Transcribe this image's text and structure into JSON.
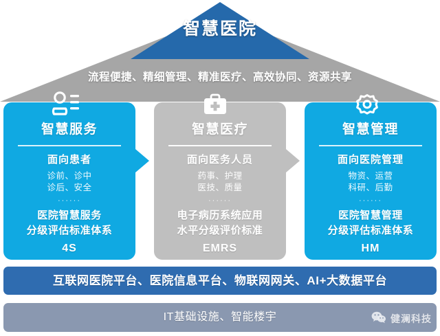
{
  "header": {
    "title": "智慧医院",
    "subtitle": "流程便捷、精细管理、精准医疗、高效协同、资源共享",
    "roof_color": "#2569ab",
    "band_color": "#a6a6a6"
  },
  "pillars": [
    {
      "icon": "user-profile-icon",
      "title": "智慧服务",
      "target": "面向患者",
      "details": [
        "诊前、诊中",
        "诊后、安全"
      ],
      "dots": "······",
      "standard": [
        "医院智慧服务",
        "分级评估标准体系"
      ],
      "code": "4S",
      "color": "#10a9e2"
    },
    {
      "icon": "medical-kit-icon",
      "title": "智慧医疗",
      "target": "面向医务人员",
      "details": [
        "药事、护理",
        "医技、质量"
      ],
      "dots": "······",
      "standard": [
        "电子病历系统应用",
        "水平分级评价标准"
      ],
      "code": "EMRS",
      "color": "#bfbfbf"
    },
    {
      "icon": "gear-icon",
      "title": "智慧管理",
      "target": "面向医院管理",
      "details": [
        "物资、运营",
        "科研、后勤"
      ],
      "dots": "······",
      "standard": [
        "医院智慧管理",
        "分级评估标准体系"
      ],
      "code": "HM",
      "color": "#10a9e2"
    }
  ],
  "foundation": {
    "platform": "互联网医院平台、医院信息平台、物联网网关、AI+大数据平台",
    "platform_color": "#2f6cb0",
    "infrastructure": "IT基础设施、智能楼宇",
    "infrastructure_color": "#8a98b0"
  },
  "watermark": {
    "icon": "wechat-icon",
    "label": "健澜科技"
  }
}
